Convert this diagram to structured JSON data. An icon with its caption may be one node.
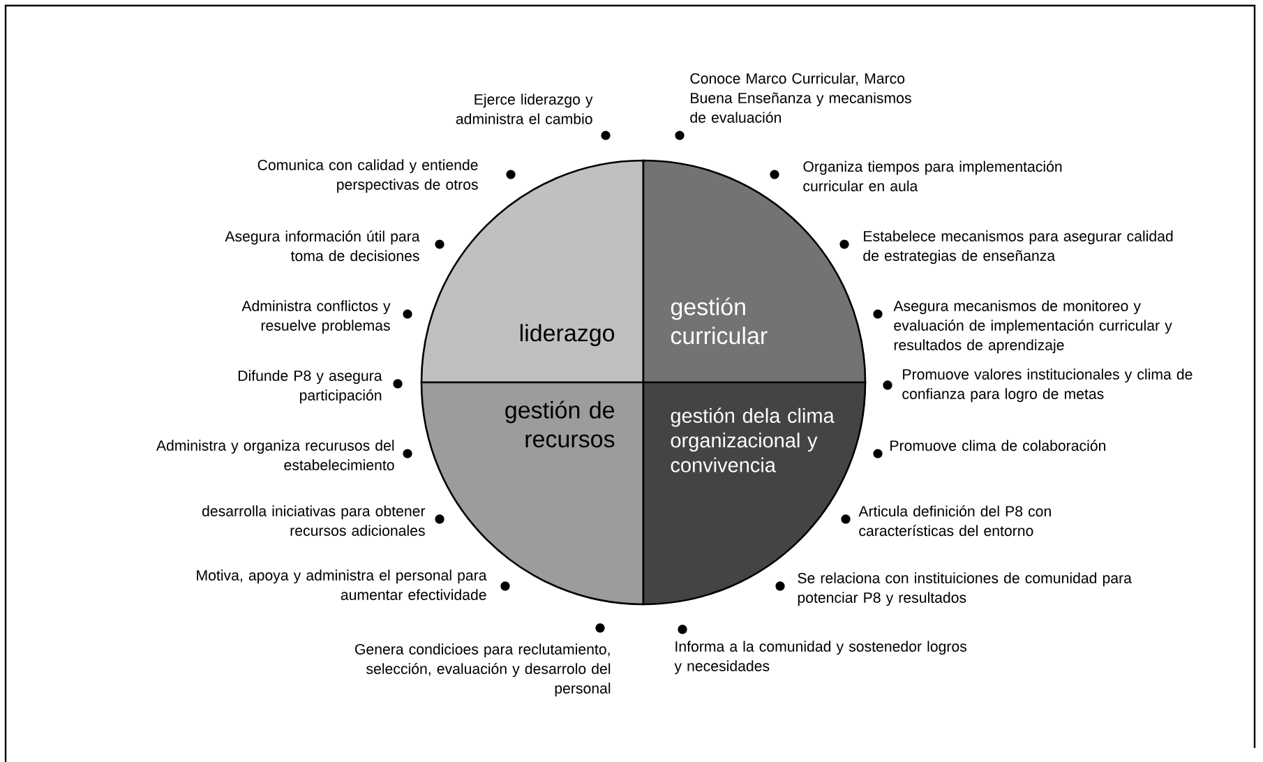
{
  "diagram": {
    "nodes": [
      {
        "text": [
          "liderazgo"
        ]
      },
      {
        "text": [
          "gestión curricular"
        ]
      },
      {
        "text": [
          "gestión de recursos"
        ]
      },
      {
        "text": [
          "gestión dela clima organizacional y convivencia"
        ]
      }
    ],
    "labels": [
      "Ejerce liderazgo y administra el cambio",
      "Conoce Marco Curricular, Marco Buena Enseñanza y mecanismos de evaluación",
      "Comunica con calidad y entiende perspectivas de otros",
      "Organiza tiempos para implementación curricular en aula",
      "Asegura información útil para toma de decisiones",
      "Estabelece mecanismos para asegurar calidad de estrategias de enseñanza",
      "Administra conflictos y resuelve problemas",
      "Asegura mecanismos de monitoreo y evaluación de implementación curricular y resultados de aprendizaje",
      "Difunde P8 y asegura participación",
      "Promuove valores institucionales y clima de confianza para logro de metas",
      "Administra y organiza recurusos del estabelecimiento",
      "Promuove clima de colaboración",
      "desarrolla iniciativas para obtener recursos adicionales",
      "Articula definición del P8 con características del entorno",
      "Motiva, apoya y administra el personal para aumentar efectividade",
      "Se relaciona con instituiciones de comunidad para potenciar P8 y resultados",
      "Genera condicioes para reclutamiento, selección, evaluación y desarrolo del personal",
      "Informa a la comunidad y sostenedor logros y necesidades"
    ]
  }
}
